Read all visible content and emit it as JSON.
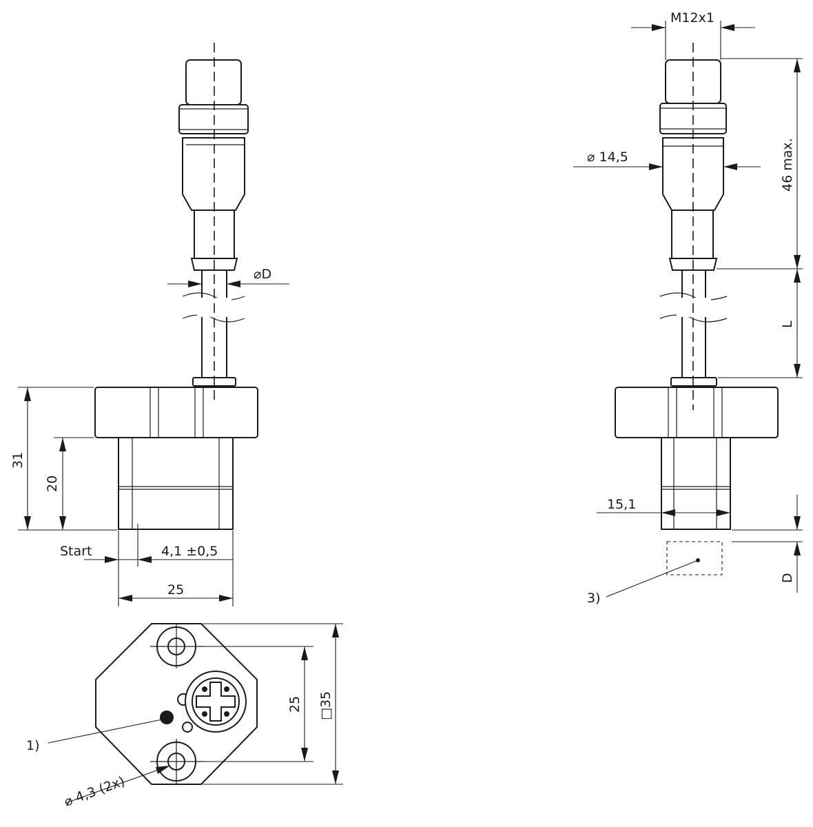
{
  "front_view": {
    "dia_d": "⌀D",
    "height_31": "31",
    "height_20": "20",
    "start_label": "Start",
    "offset_label": "4,1 ±0,5",
    "width_25": "25"
  },
  "side_view": {
    "thread": "M12x1",
    "dia_14_5": "⌀ 14,5",
    "length_46": "46 max.",
    "length_l": "L",
    "width_15_1": "15,1",
    "depth_d": "D",
    "note_3": "3)"
  },
  "bottom_view": {
    "pitch_25": "25",
    "square_35": "□35",
    "note_1": "1)",
    "hole_dia": "⌀ 4,3 (2x)"
  }
}
